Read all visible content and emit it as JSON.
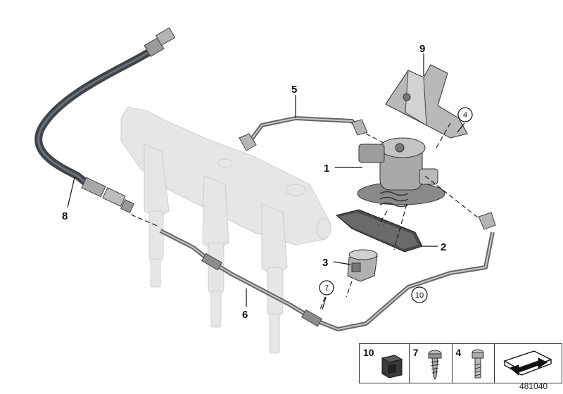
{
  "callouts": {
    "c1": "1",
    "c2": "2",
    "c3": "3",
    "c4": "4",
    "c5": "5",
    "c6": "6",
    "c7": "7",
    "c8": "8",
    "c9": "9",
    "c10": "10"
  },
  "legend": {
    "item1": "10",
    "item2": "7",
    "item3": "4"
  },
  "reference": "481040",
  "colors": {
    "ghost_part": "#e3e3e3",
    "pipe": "#8a8a8a",
    "hose": "#4a4f55",
    "pump": "#a9a9a9"
  }
}
